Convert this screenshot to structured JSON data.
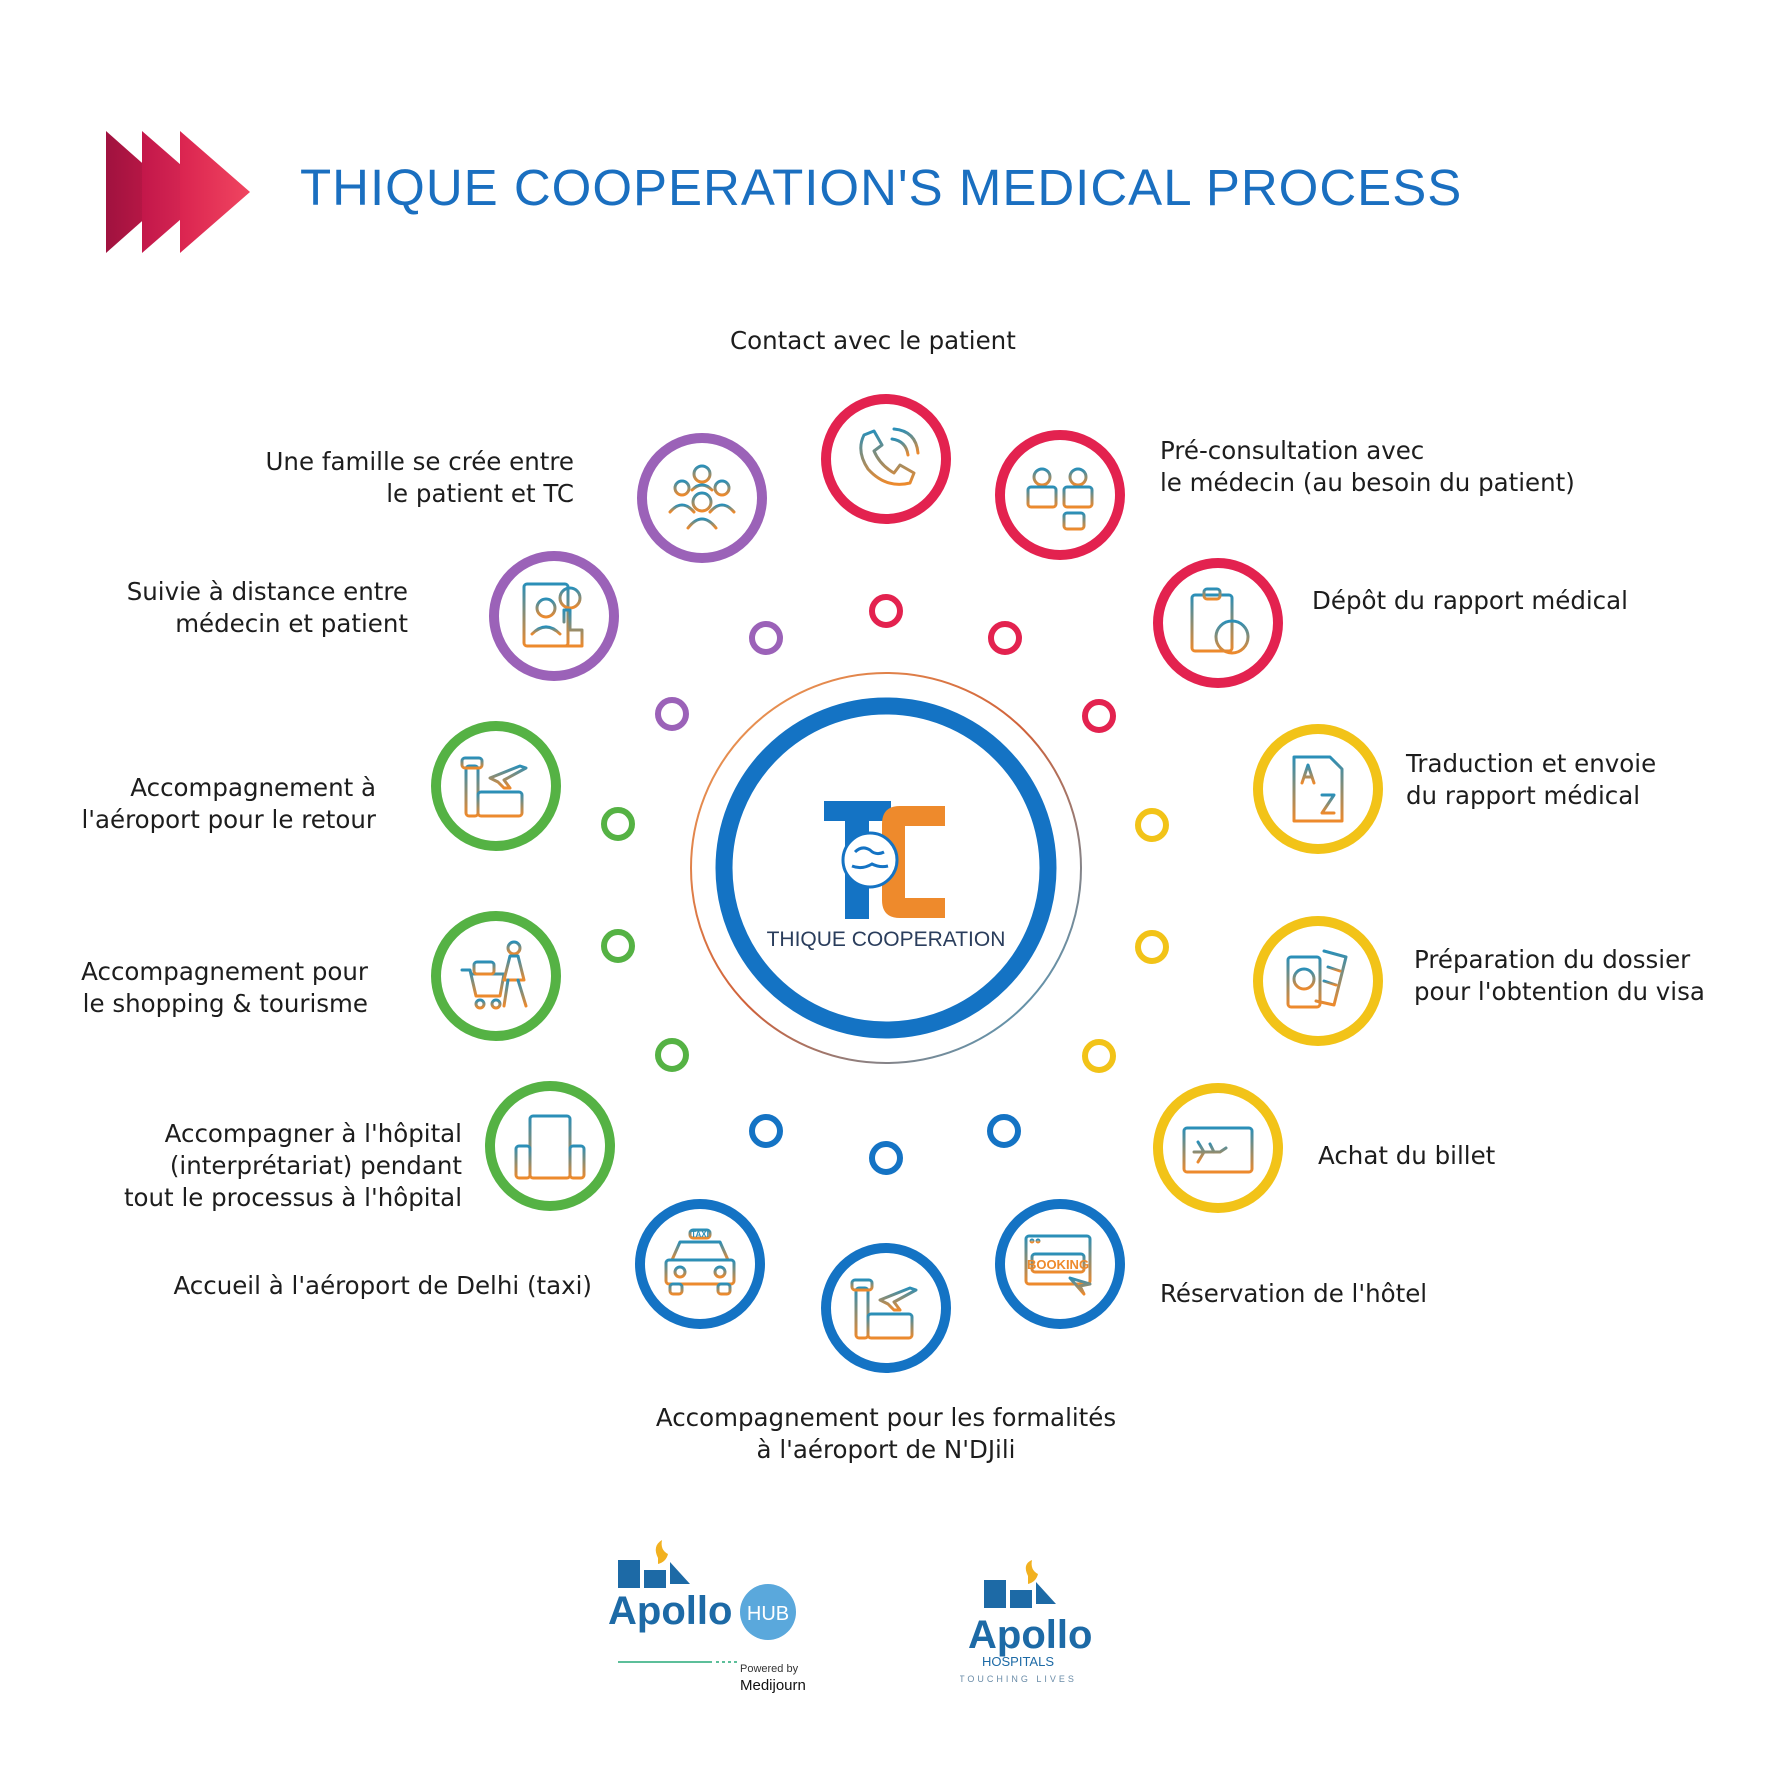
{
  "title": "THIQUE COOPERATION'S MEDICAL PROCESS",
  "colors": {
    "red": "#e3224f",
    "yellow": "#f2c318",
    "blue": "#1473c4",
    "green": "#55b244",
    "purple": "#9b62b8",
    "title": "#1a6fc0",
    "icon_orange": "#ee8a2c",
    "icon_teal": "#2a8fb8"
  },
  "center": {
    "logo_letters": "TC",
    "name": "THIQUE COOPERATION"
  },
  "steps": [
    {
      "id": "contact",
      "icon": "phone-icon",
      "ring": "red",
      "lines": [
        "Contact avec le patient"
      ]
    },
    {
      "id": "preconsult",
      "icon": "consultation-icon",
      "ring": "red",
      "lines": [
        "Pré-consultation avec",
        "le médecin (au besoin du patient)"
      ]
    },
    {
      "id": "depot",
      "icon": "clipboard-medical-icon",
      "ring": "red",
      "lines": [
        "Dépôt du rapport médical"
      ]
    },
    {
      "id": "traduction",
      "icon": "translation-document-icon",
      "ring": "yellow",
      "lines": [
        "Traduction et envoie",
        "du rapport médical"
      ]
    },
    {
      "id": "visa",
      "icon": "passport-icon",
      "ring": "yellow",
      "lines": [
        "Préparation du dossier",
        "pour l'obtention du visa"
      ]
    },
    {
      "id": "billet",
      "icon": "plane-ticket-icon",
      "ring": "yellow",
      "lines": [
        "Achat du billet"
      ]
    },
    {
      "id": "hotel",
      "icon": "booking-icon",
      "ring": "blue",
      "lines": [
        "Réservation de l'hôtel"
      ]
    },
    {
      "id": "ndjili",
      "icon": "airport-icon",
      "ring": "blue",
      "lines": [
        "Accompagnement pour les formalités",
        "à l'aéroport de N'DJili"
      ]
    },
    {
      "id": "taxi",
      "icon": "taxi-icon",
      "ring": "blue",
      "lines": [
        "Accueil à l'aéroport de Delhi (taxi)"
      ]
    },
    {
      "id": "hopital",
      "icon": "hospital-icon",
      "ring": "green",
      "lines": [
        "Accompagner à l'hôpital",
        "(interprétariat) pendant",
        "tout le processus à l'hôpital"
      ]
    },
    {
      "id": "shopping",
      "icon": "shopping-cart-icon",
      "ring": "green",
      "lines": [
        "Accompagnement pour",
        "le shopping & tourisme"
      ]
    },
    {
      "id": "retour",
      "icon": "airport-departure-icon",
      "ring": "green",
      "lines": [
        "Accompagnement à",
        "l'aéroport pour le retour"
      ]
    },
    {
      "id": "suivi",
      "icon": "telemedicine-icon",
      "ring": "purple",
      "lines": [
        "Suivie à distance entre",
        "médecin et patient"
      ]
    },
    {
      "id": "famille",
      "icon": "family-group-icon",
      "ring": "purple",
      "lines": [
        "Une famille se crée entre",
        "le patient et TC"
      ]
    }
  ],
  "logos": {
    "apollo_hub": {
      "name": "Apollo",
      "badge": "HUB",
      "powered_by": "Powered by",
      "partner": "Medijourn"
    },
    "apollo_hospitals": {
      "name": "Apollo",
      "subtitle": "HOSPITALS",
      "tagline": "TOUCHING LIVES"
    }
  }
}
